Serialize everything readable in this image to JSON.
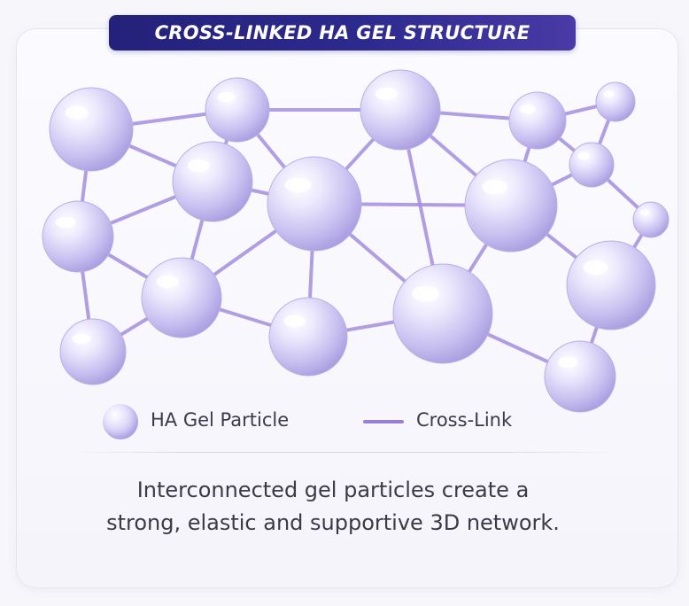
{
  "title": "CROSS-LINKED HA GEL STRUCTURE",
  "legend": {
    "particle_label": "HA Gel Particle",
    "link_label": "Cross-Link"
  },
  "caption": {
    "line1": "Interconnected gel particles create a",
    "line2": "strong, elastic and supportive 3D network."
  },
  "colors": {
    "title_bg": "#2a278a",
    "link_color": "#9a7fd8",
    "particle_color": "#c9c2f2"
  }
}
